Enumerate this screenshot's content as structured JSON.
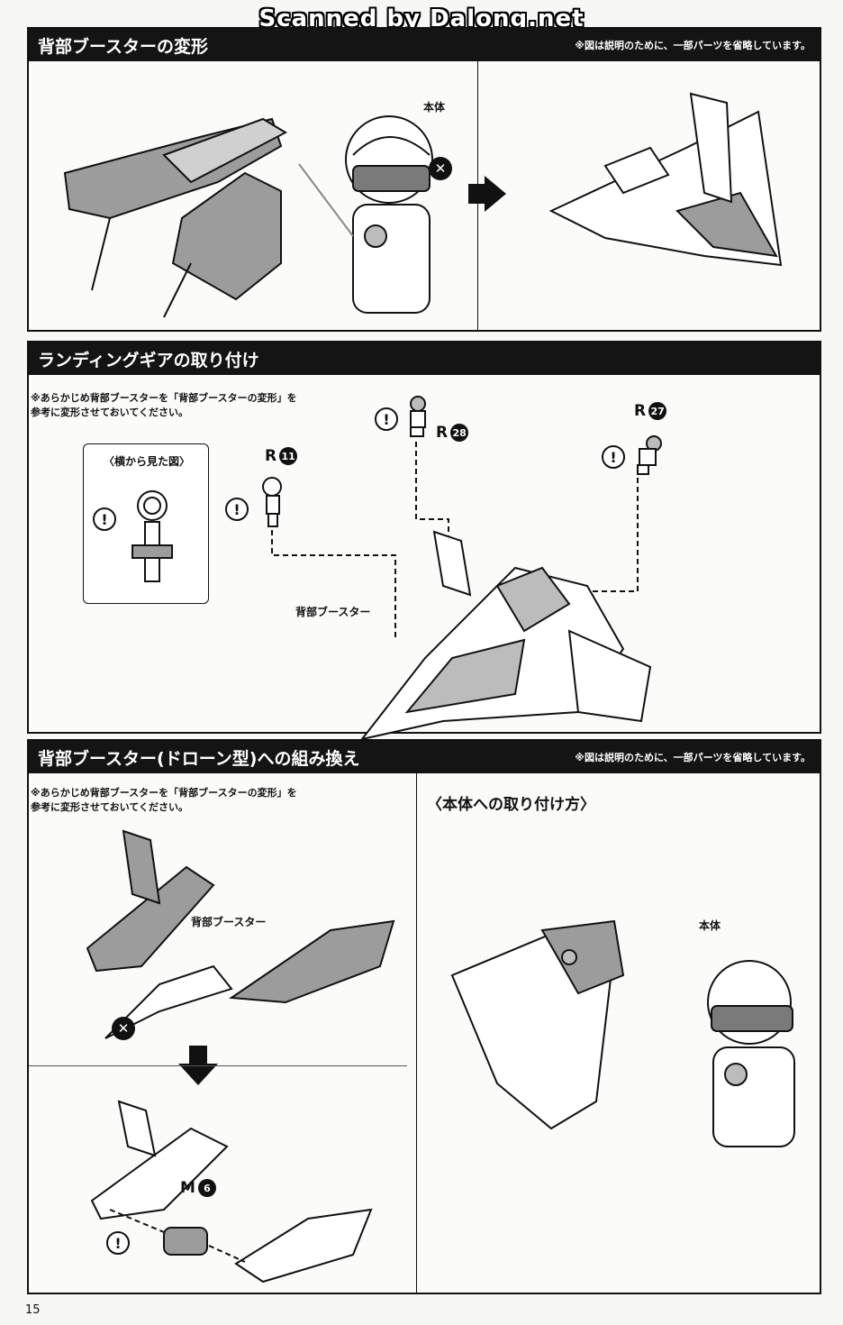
{
  "watermark": "Scanned by Dalong.net",
  "page_number": "15",
  "sections": [
    {
      "title": "背部ブースターの変形",
      "note": "※図は説明のために、一部パーツを省略しています。",
      "labels": {
        "body": "本体"
      }
    },
    {
      "title": "ランディングギアの取り付け",
      "note": "※あらかじめ背部ブースターを「背部ブースターの変形」を\n参考に変形させておいてください。",
      "inset_title": "〈横から見た図〉",
      "labels": {
        "booster": "背部ブースター"
      },
      "parts": [
        {
          "letter": "R",
          "num": "11"
        },
        {
          "letter": "R",
          "num": "28"
        },
        {
          "letter": "R",
          "num": "27"
        }
      ]
    },
    {
      "title": "背部ブースター(ドローン型)への組み換え",
      "note": "※図は説明のために、一部パーツを省略しています。",
      "instruction": "※あらかじめ背部ブースターを「背部ブースターの変形」を\n参考に変形させておいてください。",
      "subtitle": "〈本体への取り付け方〉",
      "labels": {
        "booster": "背部ブースター",
        "body": "本体"
      },
      "parts": [
        {
          "letter": "M",
          "num": "6"
        }
      ]
    }
  ],
  "icons": {
    "warning": "!",
    "prohibited": "✕"
  }
}
